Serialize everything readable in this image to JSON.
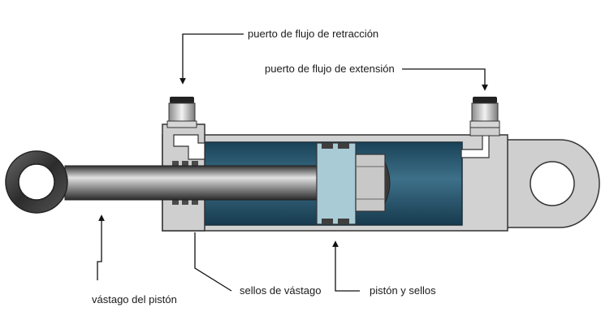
{
  "labels": {
    "retraction_port": "puerto de flujo de retracción",
    "extension_port": "puerto de flujo de extensión",
    "piston_rod": "vástago del pistón",
    "rod_seals": "sellos de vástago",
    "piston_and_seals": "pistón y sellos"
  },
  "colors": {
    "barrel_fill": "#1f4e66",
    "piston_fill": "#a9cbd6",
    "body_gray": "#cfcfcf",
    "outline": "#333333",
    "seal_dark": "#4a4a4a",
    "rod_light": "#d6d6d6",
    "rod_dark": "#3a3a3a"
  }
}
